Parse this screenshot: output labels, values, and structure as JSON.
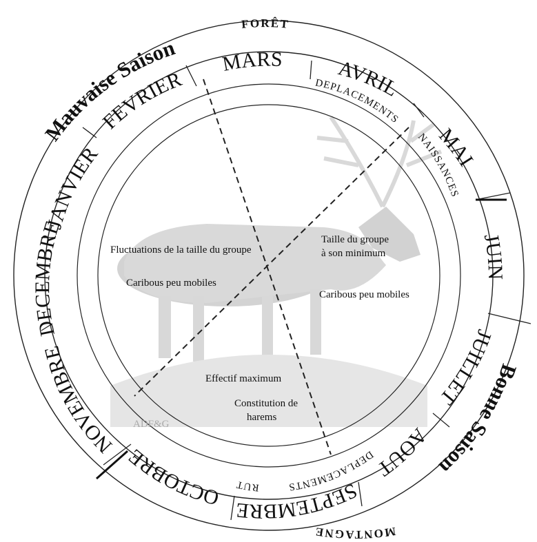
{
  "habitats": {
    "top": "FORÊT",
    "bottom": "MONTAGNE"
  },
  "seasons": {
    "bad": "Mauvaise Saison",
    "good": "Bonne Saison"
  },
  "months": {
    "mar": "MARS",
    "apr": "AVRIL",
    "may": "MAI",
    "jun": "JUIN",
    "jul": "JUILLET",
    "aug": "AOUT",
    "sep": "SEPTEMBRE",
    "oct": "OCTOBRE",
    "nov": "NOVEMBRE",
    "dec": "DECEMBRE",
    "jan": "JANVIER",
    "feb": "FEVRIER"
  },
  "activities": {
    "migration_spring": "DEPLACEMENTS",
    "births": "NAISSANCES",
    "migration_fall": "DEPLACEMENTS",
    "rut": "RUT"
  },
  "notes": {
    "group_fluctuation": "Fluctuations de la taille du  groupe",
    "low_mobility_left": "Caribous peu mobiles",
    "group_min_line1": "Taille du groupe",
    "group_min_line2": "à son minimum",
    "low_mobility_right": "Caribous peu mobiles",
    "max_size": "Effectif maximum",
    "harems_line1": "Constitution de",
    "harems_line2": "harems"
  },
  "watermark": "ADF&G"
}
